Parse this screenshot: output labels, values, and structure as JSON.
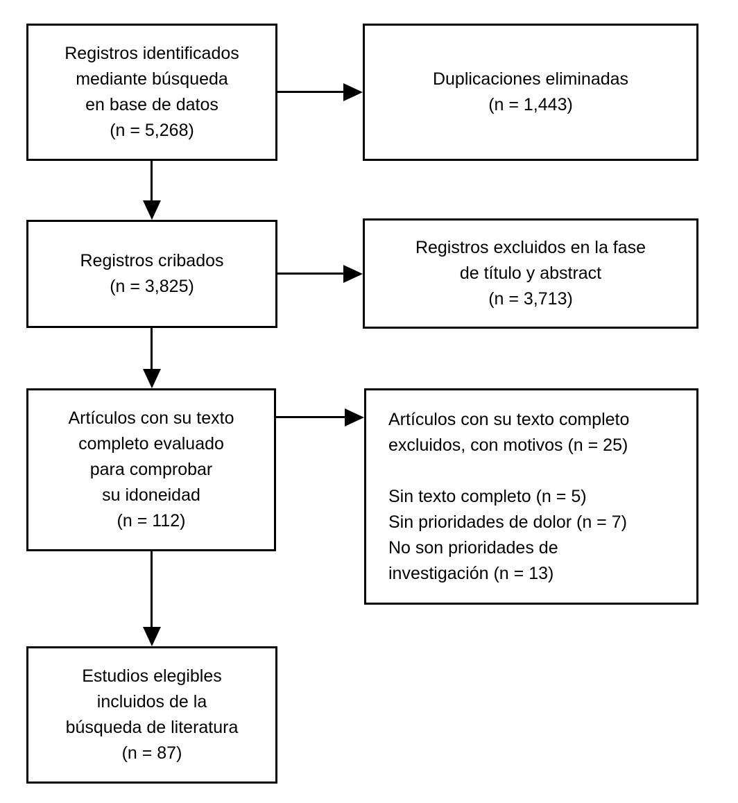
{
  "diagram": {
    "type": "flowchart",
    "language": "es",
    "colors": {
      "background": "#ffffff",
      "box_border": "#000000",
      "text": "#000000",
      "arrow": "#000000"
    },
    "boxes": [
      {
        "id": "records-identified",
        "lines": [
          "Registros identificados",
          "mediante búsqueda",
          "en base de datos",
          "(n = 5,268)"
        ],
        "n": 5268
      },
      {
        "id": "duplicates-removed",
        "lines": [
          "Duplicaciones eliminadas",
          "(n = 1,443)"
        ],
        "n": 1443
      },
      {
        "id": "records-screened",
        "lines": [
          "Registros cribados",
          "(n = 3,825)"
        ],
        "n": 3825
      },
      {
        "id": "excluded-title-abstract",
        "lines": [
          "Registros excluidos en la fase",
          "de título y abstract",
          "(n = 3,713)"
        ],
        "n": 3713
      },
      {
        "id": "fulltext-assessed",
        "lines": [
          "Artículos con su texto",
          "completo evaluado",
          "para comprobar",
          "su idoneidad",
          "(n = 112)"
        ],
        "n": 112
      },
      {
        "id": "fulltext-excluded",
        "lines": [
          "Artículos con su texto completo",
          "excluidos, con motivos (n = 25)",
          "",
          "Sin texto completo (n = 5)",
          "Sin prioridades de dolor (n = 7)",
          "No son prioridades de",
          "investigación (n = 13)"
        ],
        "n": 25
      },
      {
        "id": "studies-included",
        "lines": [
          "Estudios elegibles",
          "incluidos de la",
          "búsqueda de literatura",
          "(n = 87)"
        ],
        "n": 87
      }
    ],
    "edges": [
      {
        "from": "records-identified",
        "to": "duplicates-removed",
        "direction": "right"
      },
      {
        "from": "records-identified",
        "to": "records-screened",
        "direction": "down"
      },
      {
        "from": "records-screened",
        "to": "excluded-title-abstract",
        "direction": "right"
      },
      {
        "from": "records-screened",
        "to": "fulltext-assessed",
        "direction": "down"
      },
      {
        "from": "fulltext-assessed",
        "to": "fulltext-excluded",
        "direction": "right"
      },
      {
        "from": "fulltext-assessed",
        "to": "studies-included",
        "direction": "down"
      }
    ]
  }
}
